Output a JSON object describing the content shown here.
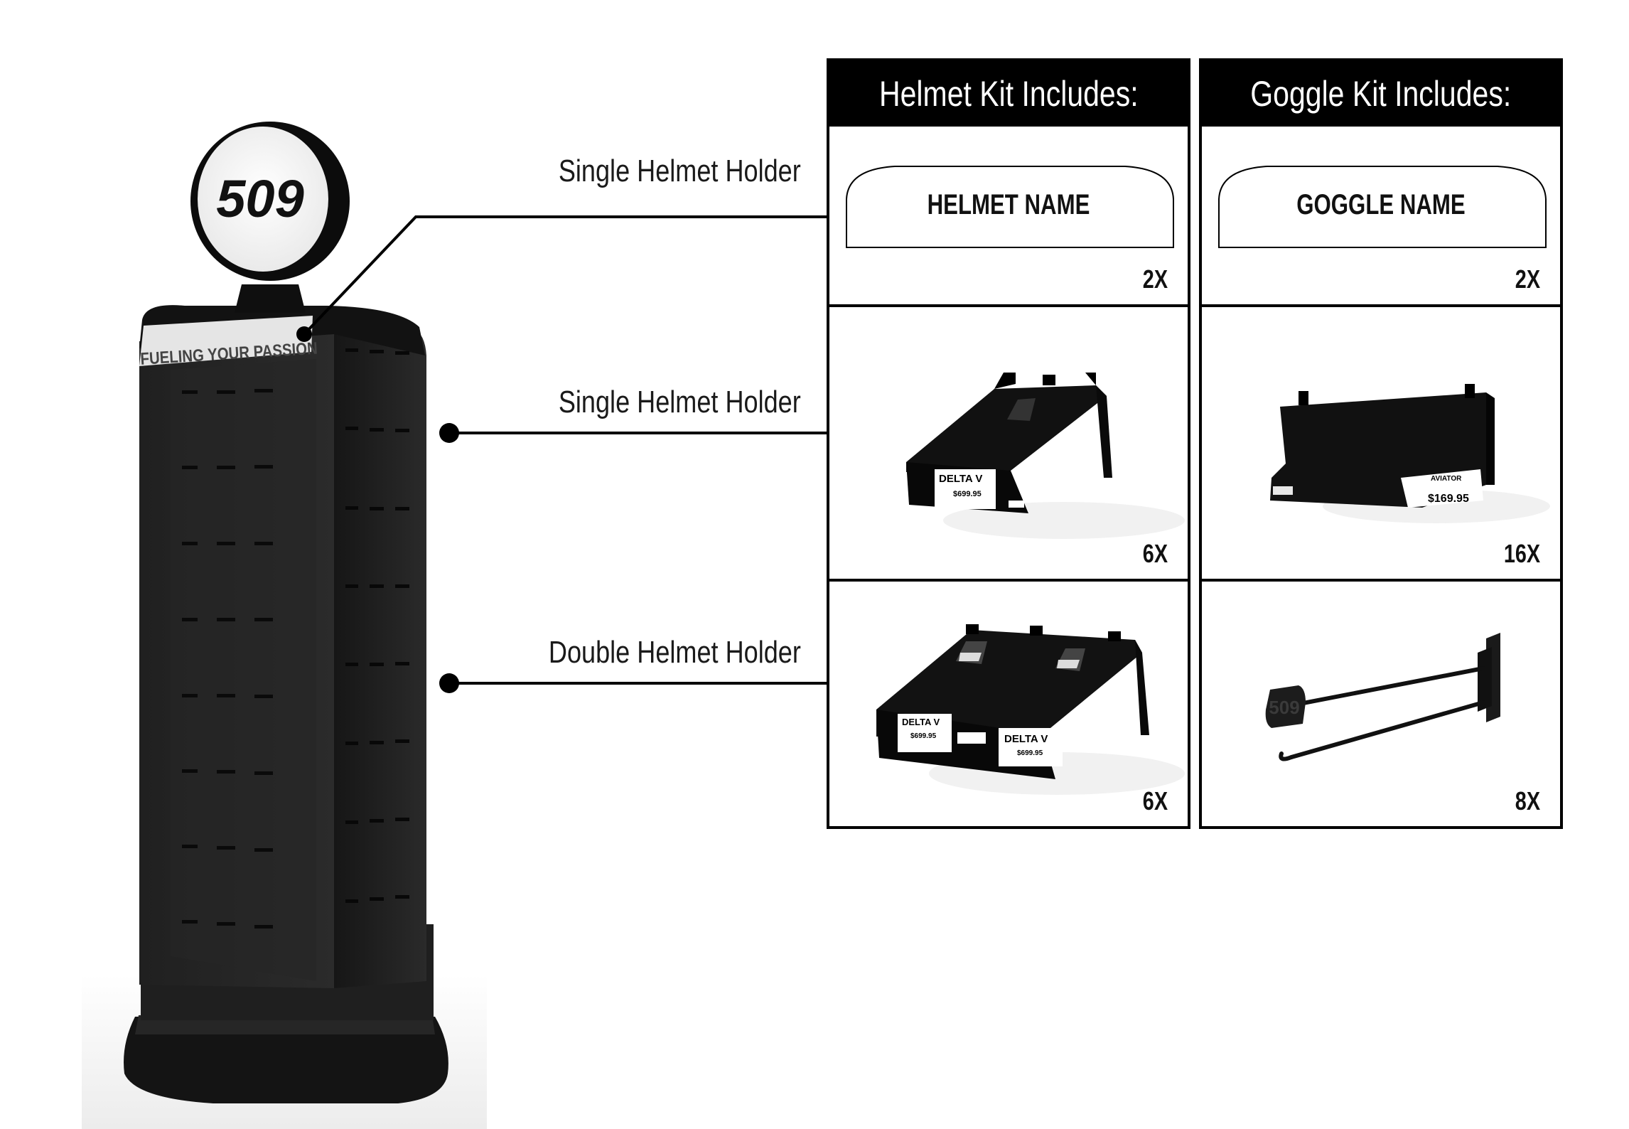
{
  "display_stand": {
    "brand_logo": "509",
    "slogan": "FUELING YOUR PASSION"
  },
  "callouts": [
    {
      "label": "Single Helmet Holder"
    },
    {
      "label": "Single Helmet Holder"
    },
    {
      "label": "Double Helmet Holder"
    }
  ],
  "helmet_kit": {
    "header": "Helmet Kit Includes:",
    "name_card_text": "HELMET NAME",
    "name_card_qty": "2X",
    "single_holder_qty": "6X",
    "double_holder_qty": "6X",
    "single_label": {
      "brand": "DELTA V",
      "price": "$699.95"
    },
    "double_label": {
      "brand": "DELTA V",
      "price": "$699.95"
    }
  },
  "goggle_kit": {
    "header": "Goggle Kit Includes:",
    "name_card_text": "GOGGLE NAME",
    "name_card_qty": "2X",
    "shelf_qty": "16X",
    "hook_qty": "8X",
    "shelf_label": {
      "brand": "AVIATOR",
      "price": "$169.95"
    },
    "hook_logo": "509"
  },
  "colors": {
    "ink": "#000000",
    "stand": "#1c1c1c",
    "stand_dark": "#0d0d0d",
    "paper": "#ffffff"
  }
}
